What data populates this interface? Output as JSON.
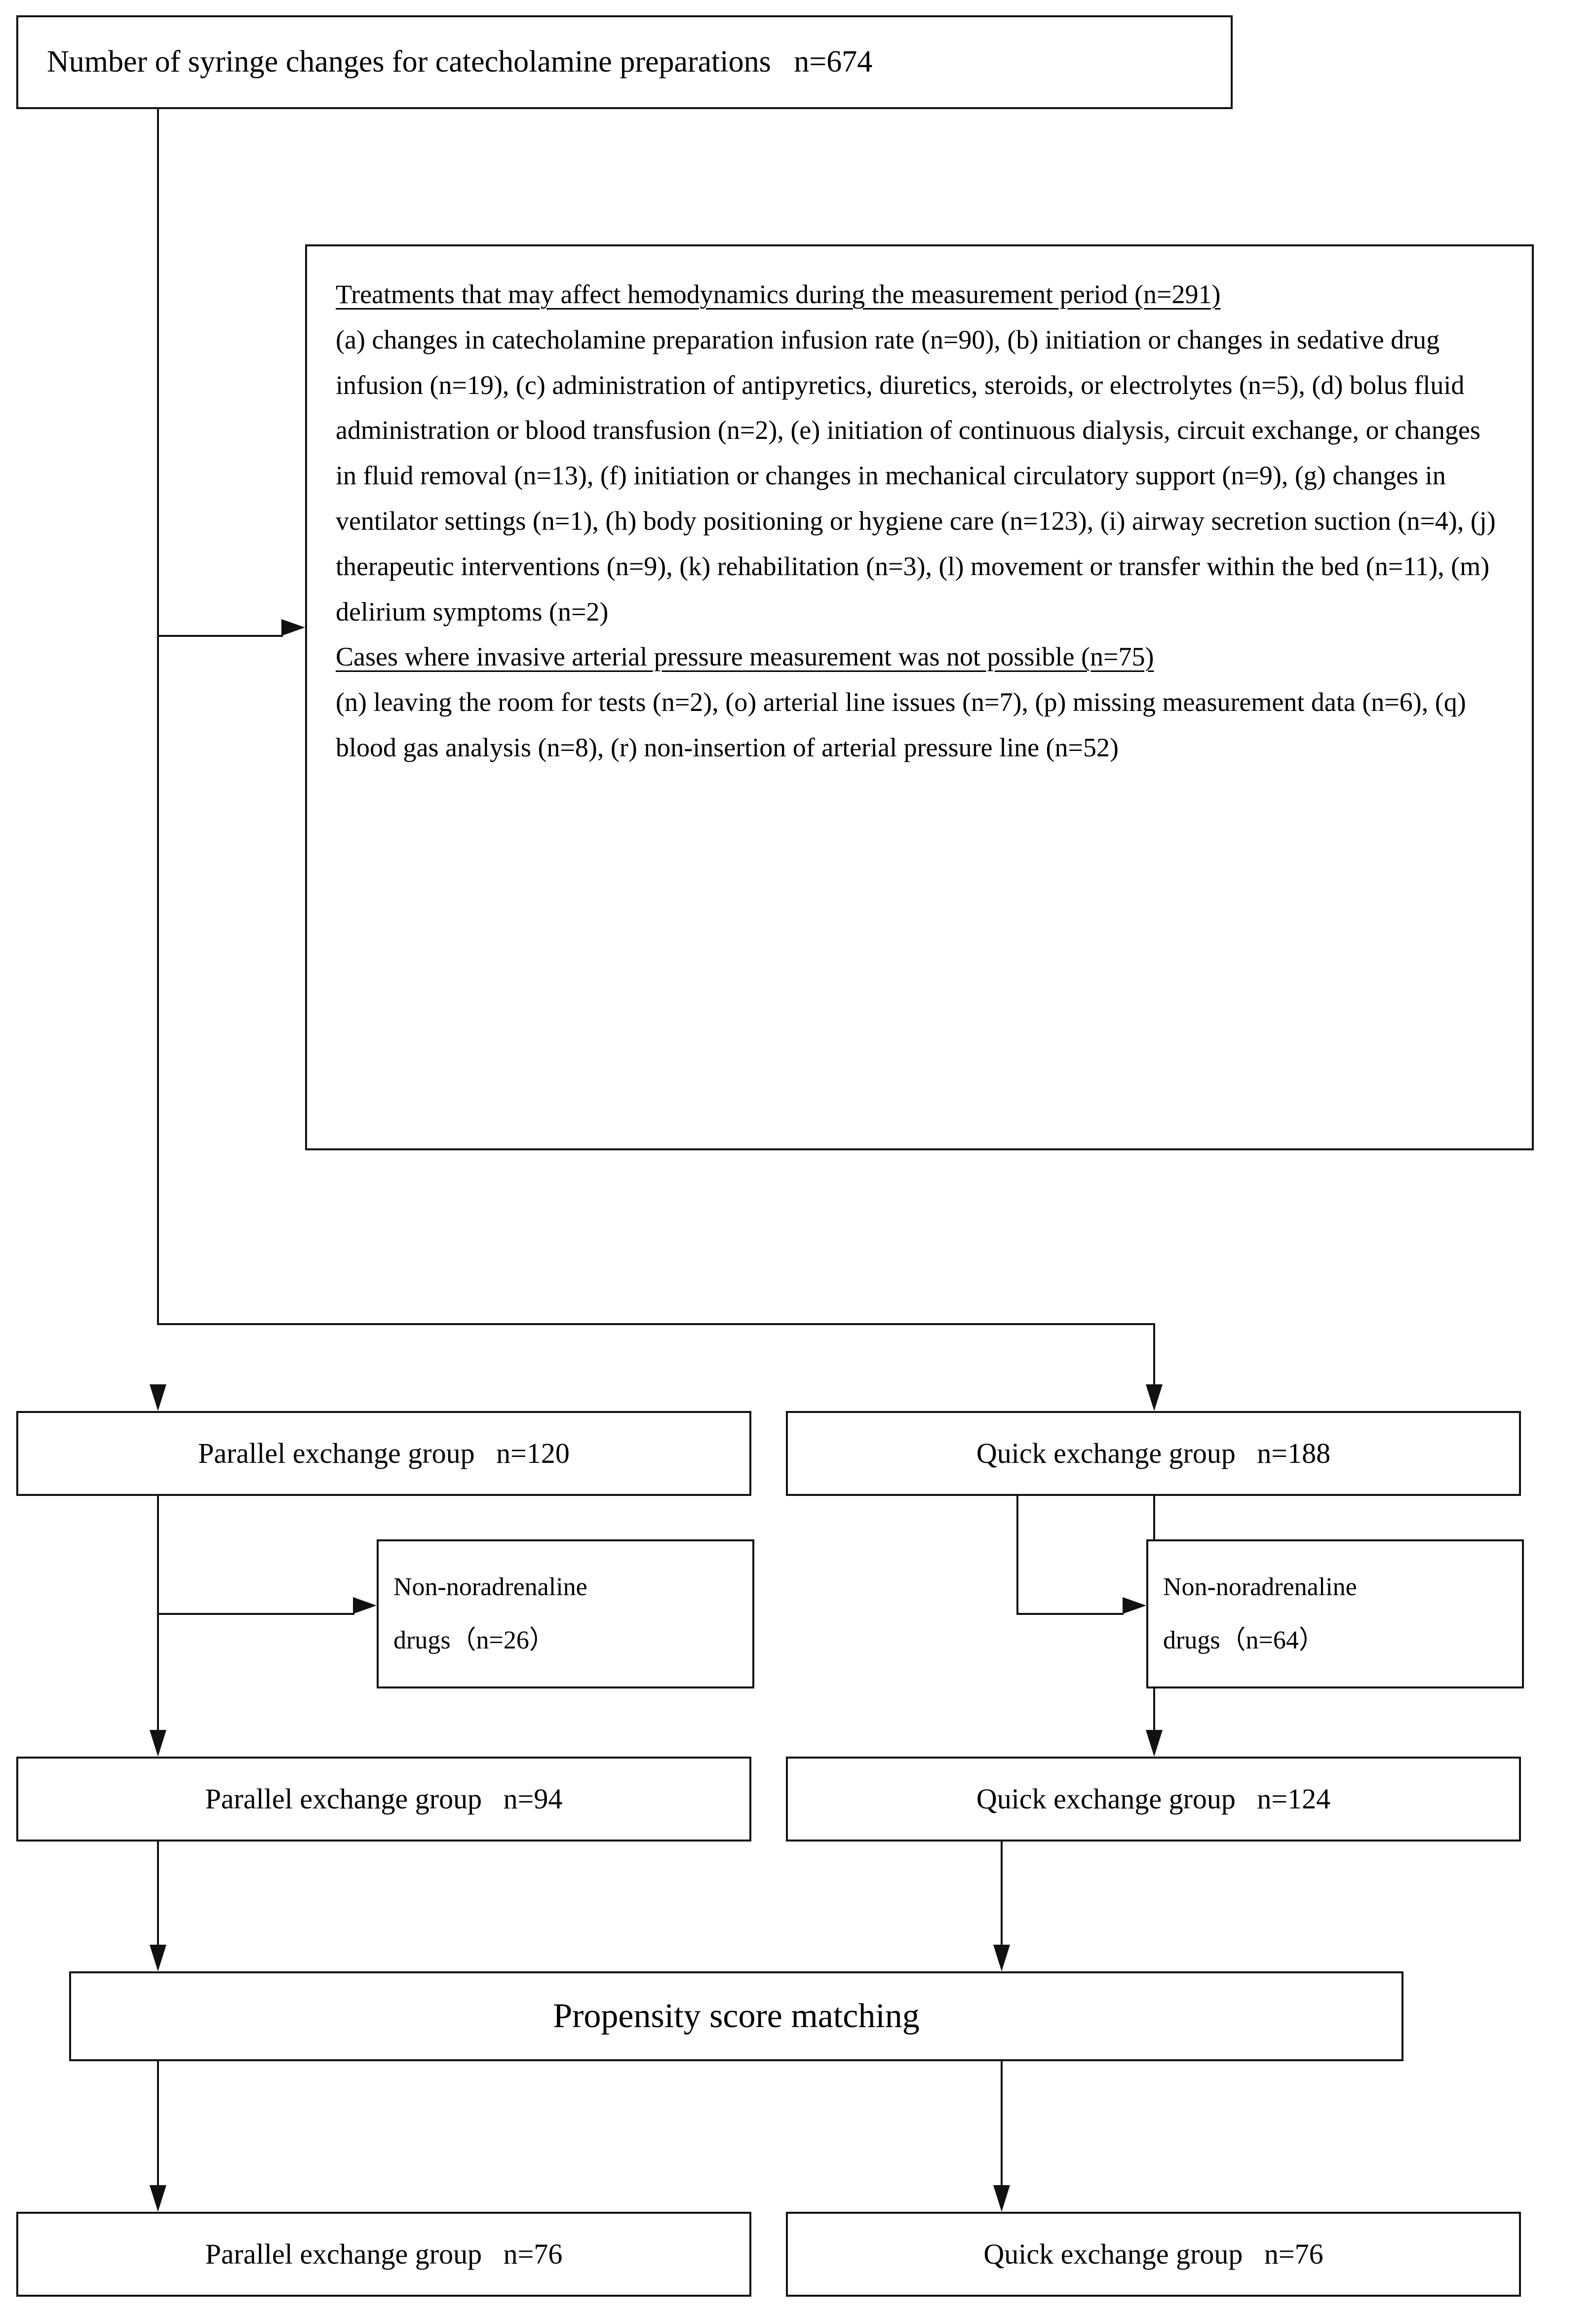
{
  "diagram": {
    "type": "flowchart",
    "title": "Study flow diagram of syringe changes for catecholamine preparations"
  },
  "nodes": {
    "top": {
      "label": "Number of syringe changes for catecholamine preparations   n=674"
    },
    "exclusion": {
      "heading_1": "Treatments that may affect hemodynamics during the measurement period (n=291)",
      "body_1": "(a) changes in catecholamine preparation infusion rate (n=90), (b) initiation or changes in sedative drug infusion (n=19), (c) administration of antipyretics, diuretics, steroids, or electrolytes (n=5), (d) bolus fluid administration or blood transfusion (n=2), (e) initiation of continuous dialysis, circuit exchange, or changes in fluid removal (n=13), (f) initiation or changes in mechanical circulatory support (n=9), (g) changes in ventilator settings (n=1), (h) body positioning or hygiene care (n=123), (i) airway secretion suction (n=4), (j) therapeutic interventions (n=9), (k) rehabilitation (n=3), (l) movement or transfer within the bed (n=11), (m) delirium symptoms (n=2)",
      "heading_2": "Cases where invasive arterial pressure measurement was not possible (n=75) ",
      "body_2": "(n) leaving the room for tests (n=2), (o) arterial line issues (n=7), (p) missing measurement data (n=6), (q) blood gas analysis (n=8), (r) non-insertion of arterial pressure line (n=52)"
    },
    "parallel_1": {
      "label": "Parallel exchange group   n=120"
    },
    "quick_1": {
      "label": "Quick exchange group   n=188"
    },
    "excl_left": {
      "line_1": "Non-noradrenaline",
      "line_2": "drugs（n=26）"
    },
    "excl_right": {
      "line_1": "Non-noradrenaline",
      "line_2": "drugs（n=64）"
    },
    "parallel_2": {
      "label": "Parallel exchange group   n=94"
    },
    "quick_2": {
      "label": "Quick exchange group   n=124"
    },
    "psm": {
      "label": "Propensity score matching"
    },
    "parallel_3": {
      "label": "Parallel exchange group   n=76"
    },
    "quick_3": {
      "label": "Quick exchange group   n=76"
    }
  },
  "counts": {
    "total_syringe_changes": 674,
    "excluded_hemodynamic_treatments": 291,
    "excluded_no_invasive_arterial_pressure": 75,
    "parallel_initial": 120,
    "quick_initial": 188,
    "parallel_non_noradrenaline": 26,
    "quick_non_noradrenaline": 64,
    "parallel_after_exclusion": 94,
    "quick_after_exclusion": 124,
    "parallel_matched": 76,
    "quick_matched": 76
  },
  "style": {
    "border_color": "#111111",
    "background": "#ffffff",
    "text_color": "#000000"
  }
}
